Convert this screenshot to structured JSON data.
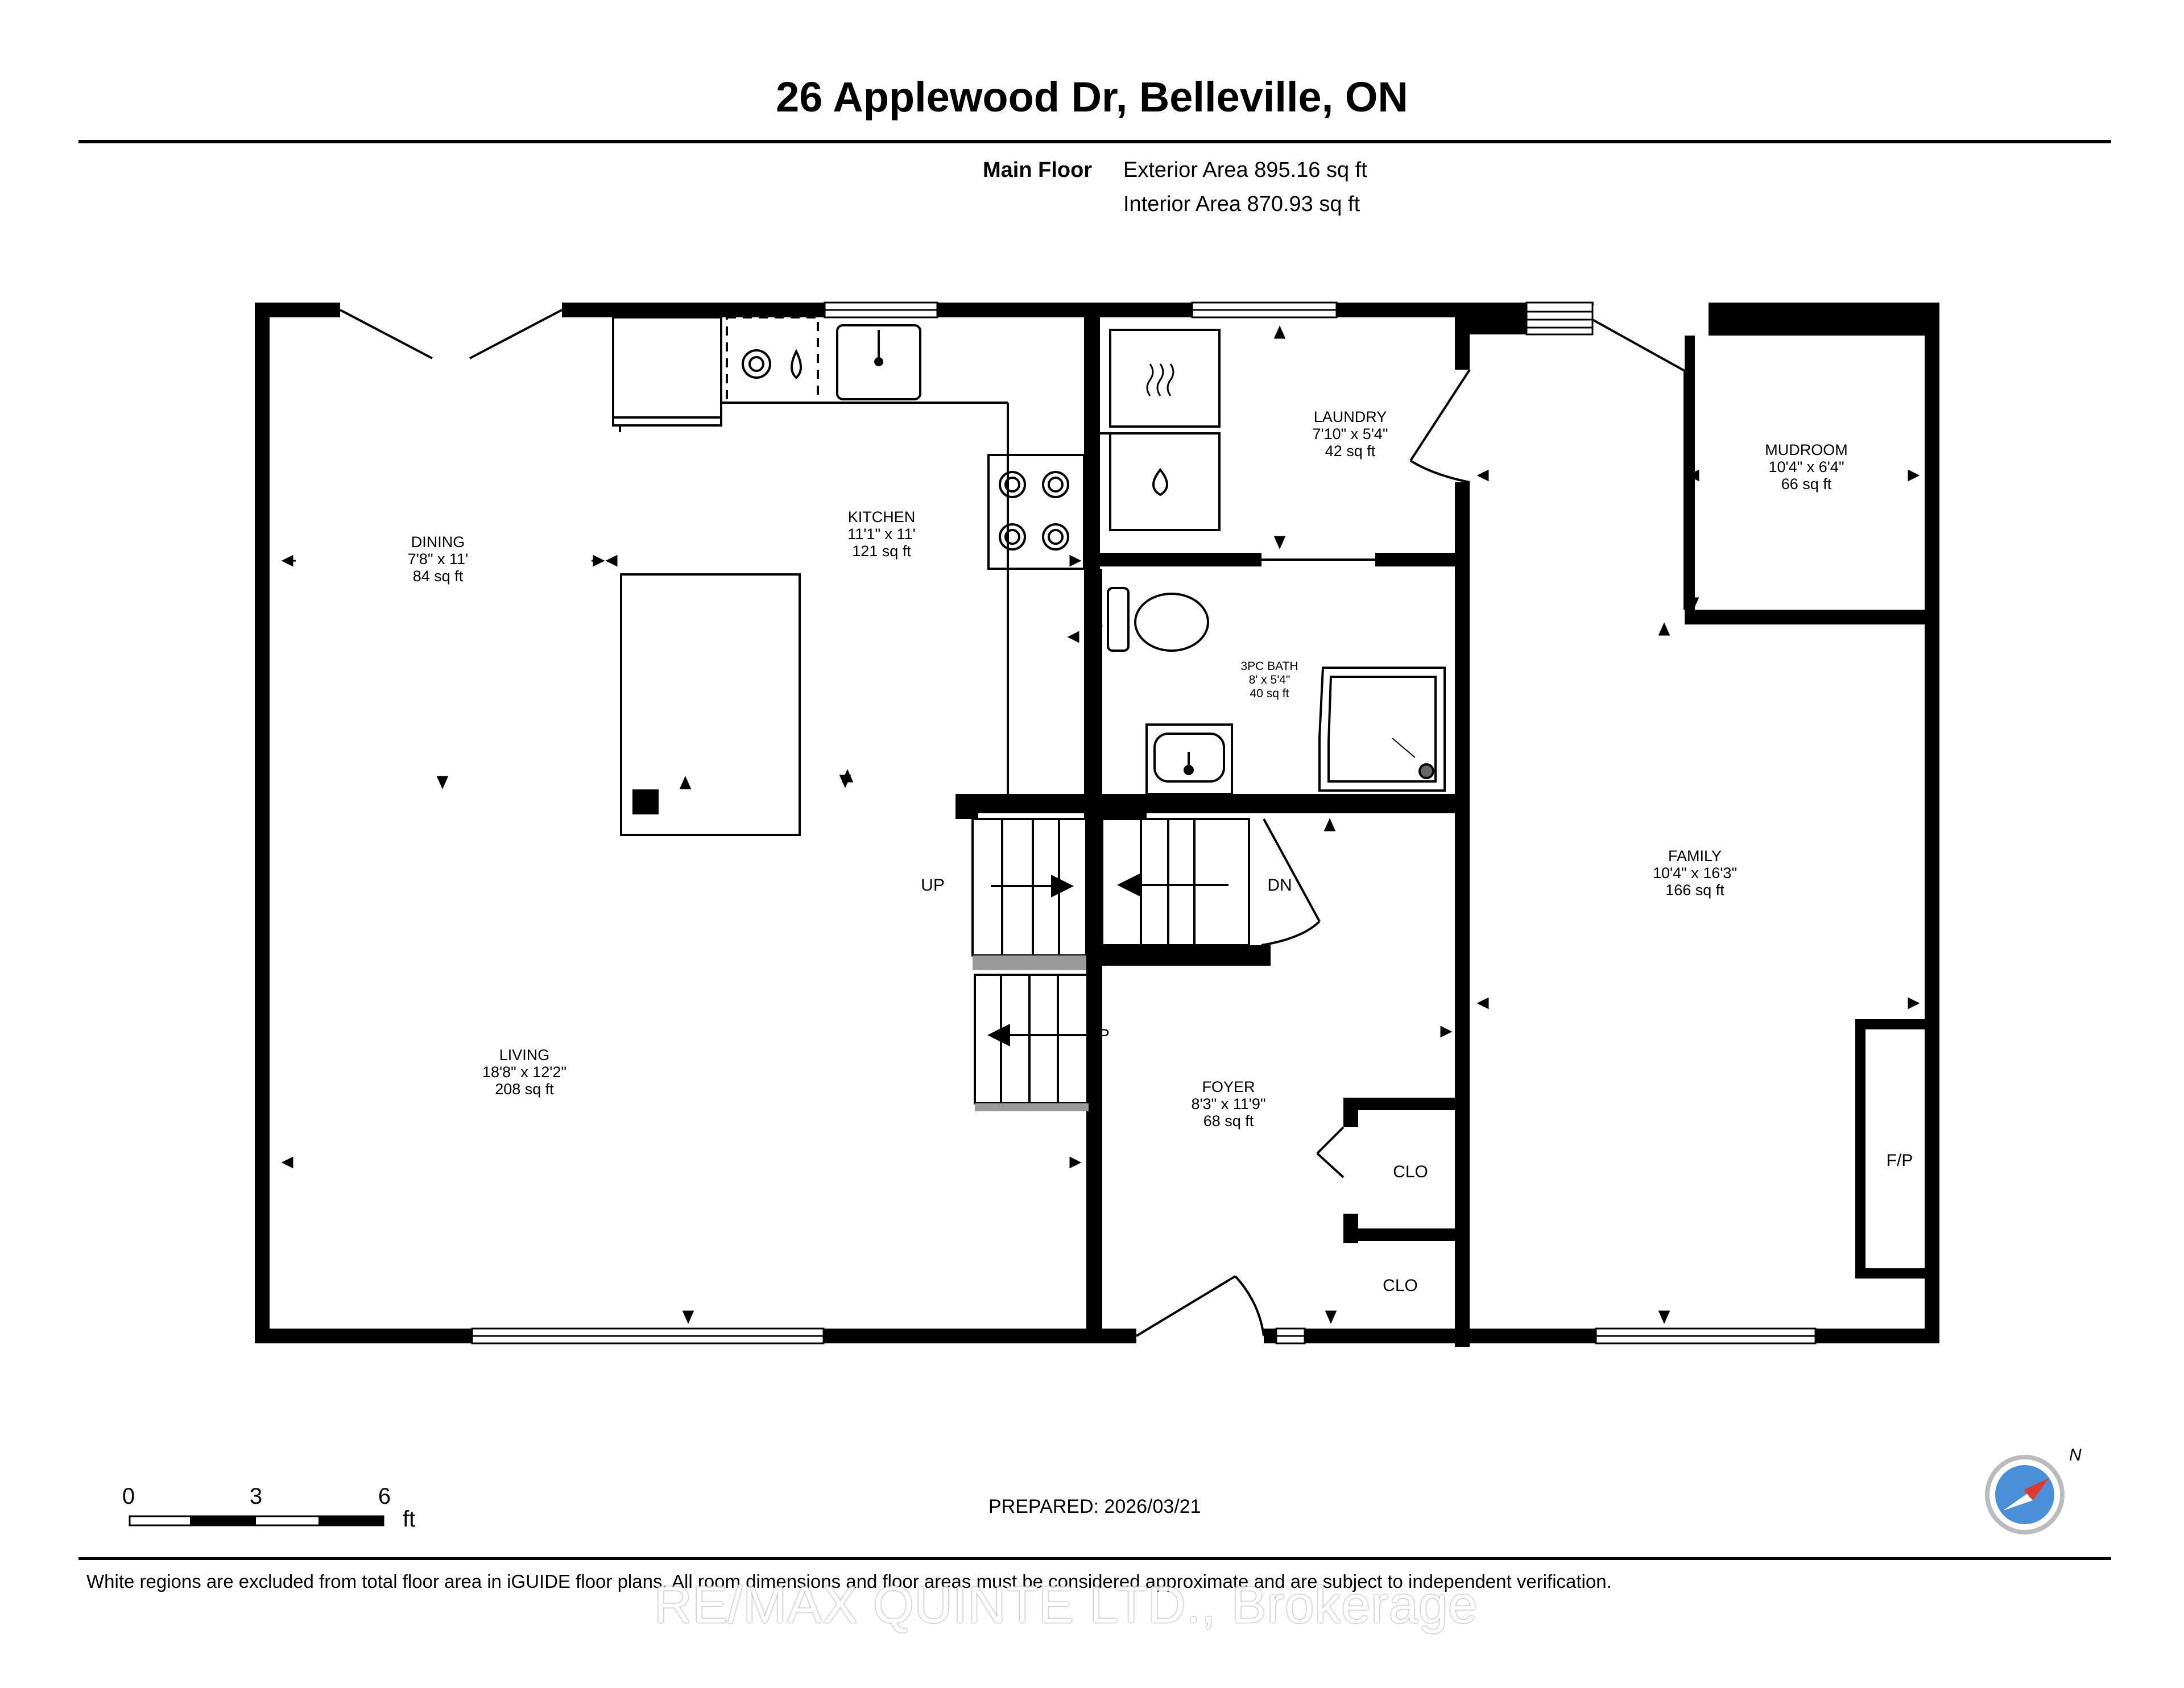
{
  "title": "26 Applewood Dr, Belleville, ON",
  "floor": {
    "name": "Main Floor",
    "exterior_area": "Exterior Area 895.16 sq ft",
    "interior_area": "Interior Area 870.93 sq ft"
  },
  "rooms": {
    "dining": {
      "name": "DINING",
      "dims": "7'8\" x 11'",
      "area": "84 sq ft"
    },
    "kitchen": {
      "name": "KITCHEN",
      "dims": "11'1\" x 11'",
      "area": "121 sq ft"
    },
    "laundry": {
      "name": "LAUNDRY",
      "dims": "7'10\" x 5'4\"",
      "area": "42 sq ft"
    },
    "mudroom": {
      "name": "MUDROOM",
      "dims": "10'4\" x 6'4\"",
      "area": "66 sq ft"
    },
    "bath": {
      "name": "3PC BATH",
      "dims": "8' x 5'4\"",
      "area": "40 sq ft"
    },
    "family": {
      "name": "FAMILY",
      "dims": "10'4\" x 16'3\"",
      "area": "166 sq ft"
    },
    "living": {
      "name": "LIVING",
      "dims": "18'8\" x 12'2\"",
      "area": "208 sq ft"
    },
    "foyer": {
      "name": "FOYER",
      "dims": "8'3\" x 11'9\"",
      "area": "68 sq ft"
    }
  },
  "labels": {
    "up1": "UP",
    "up2": "UP",
    "dn": "DN",
    "clo1": "CLO",
    "clo2": "CLO",
    "fp": "F/P"
  },
  "scale": {
    "marks": [
      "0",
      "3",
      "6"
    ],
    "unit": "ft"
  },
  "compass_label": "N",
  "prepared": "PREPARED: 2026/03/21",
  "footer_note": "White regions are excluded from total floor area in iGUIDE floor plans. All room dimensions and floor areas must be considered approximate and are subject to independent verification.",
  "watermark": "RE/MAX QUINTE LTD., Brokerage",
  "colors": {
    "wall": "#000000",
    "stair_landing": "#9a9a9a",
    "compass_blue": "#4a90d9",
    "compass_red": "#e03a2f"
  }
}
